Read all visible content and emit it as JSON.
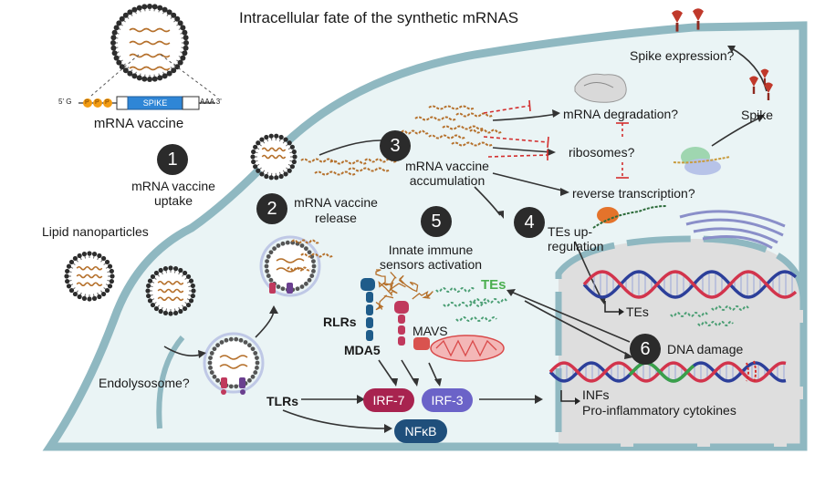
{
  "title": "Intracellular fate of the synthetic mRNAS",
  "construct": {
    "five_prime": "5' G",
    "cap": "P",
    "gene": "SPIKE",
    "three_prime": "AAA 3'"
  },
  "labels": {
    "mrna_vaccine": "mRNA vaccine",
    "lipid_nanoparticles": "Lipid nanoparticles",
    "uptake": [
      "mRNA vaccine",
      "uptake"
    ],
    "release": [
      "mRNA vaccine",
      "release"
    ],
    "accumulation": [
      "mRNA vaccine",
      "accumulation"
    ],
    "innate": [
      "Innate immune",
      "sensors activation"
    ],
    "tes_up": [
      "TEs up-",
      "regulation"
    ],
    "endolysosome": "Endolysosome?",
    "mrna_degradation": "mRNA degradation?",
    "ribosomes": "ribosomes?",
    "reverse_transcription": "reverse transcription?",
    "spike": "Spike",
    "spike_expression": "Spike expression?",
    "rlrs": "RLRs",
    "mda5": "MDA5",
    "mavs": "MAVS",
    "tlrs": "TLRs",
    "tes_green": "TEs",
    "tes_nucleus": "TEs",
    "dna_damage": "DNA damage",
    "infs": "INFs",
    "cytokines": "Pro-inflammatory cytokines"
  },
  "steps": [
    "1",
    "2",
    "3",
    "4",
    "5",
    "6"
  ],
  "factors": {
    "irf7": "IRF-7",
    "irf3": "IRF-3",
    "nfkb": "NFκB"
  },
  "colors": {
    "cell_fill": "#eaf4f5",
    "membrane": "#8fb8c1",
    "nucleus": "#dcdcdc",
    "dna_blue": "#2c3f9a",
    "dna_red": "#d2344c",
    "dna_green": "#3aa04a",
    "irf7": "#a8234f",
    "irf3": "#6b63c8",
    "nfkb": "#1f4f7b",
    "tes_green": "#4caf50",
    "mrna": "#b5702b",
    "step_circle": "#2b2b2b"
  }
}
